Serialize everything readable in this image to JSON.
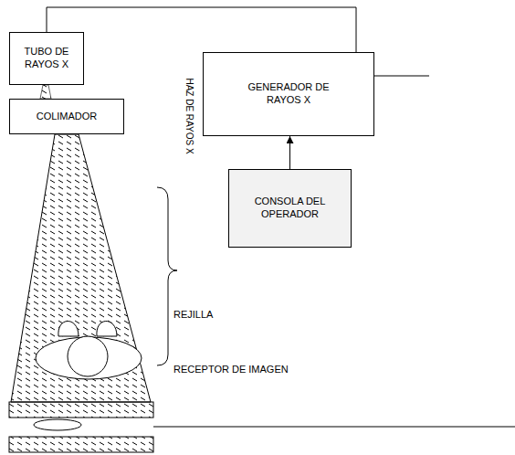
{
  "diagram": {
    "nodes": [
      {
        "text": [
          "TUBO DE RAYOS X"
        ]
      },
      {
        "text": [
          "COLIMADOR"
        ]
      },
      {
        "text": [
          "GENERADOR DE RAYOS X"
        ]
      },
      {
        "text": [
          "CONSOLA DEL OPERADOR"
        ]
      }
    ],
    "edges": [
      {
        "from": 0,
        "to": 2,
        "arrow": "none"
      },
      {
        "from": 3,
        "to": 2,
        "arrow": "to"
      }
    ],
    "labels": [
      "HAZ DE RAYOS X",
      "REJILLA",
      "RECEPTOR DE IMAGEN"
    ]
  }
}
